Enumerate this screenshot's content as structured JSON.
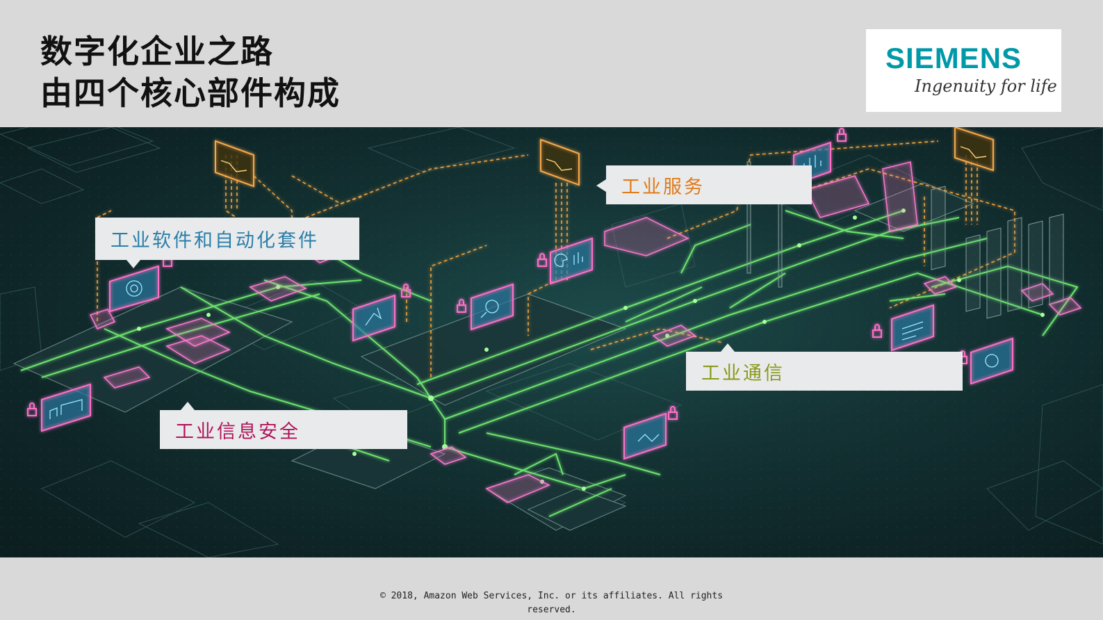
{
  "header": {
    "title_line1": "数字化企业之路",
    "title_line2": "由四个核心部件构成"
  },
  "logo": {
    "brand": "SIEMENS",
    "tagline": "Ingenuity for life",
    "brand_color": "#0099a8"
  },
  "callouts": [
    {
      "text": "工业服务",
      "color": "#e07b1a"
    },
    {
      "text": "工业软件和自动化套件",
      "color": "#2a7fa8"
    },
    {
      "text": "工业通信",
      "color": "#8a9a1a"
    },
    {
      "text": "工业信息安全",
      "color": "#b0155a"
    }
  ],
  "footer": {
    "line1": "© 2018, Amazon Web Services, Inc. or its affiliates. All rights",
    "line2": "reserved."
  },
  "icons": [
    "chart-line-icon",
    "bar-chart-icon",
    "gear-icon",
    "pie-chart-icon",
    "lock-icon",
    "network-icon",
    "document-icon",
    "factory-icon",
    "wrench-icon",
    "flowchart-icon"
  ]
}
